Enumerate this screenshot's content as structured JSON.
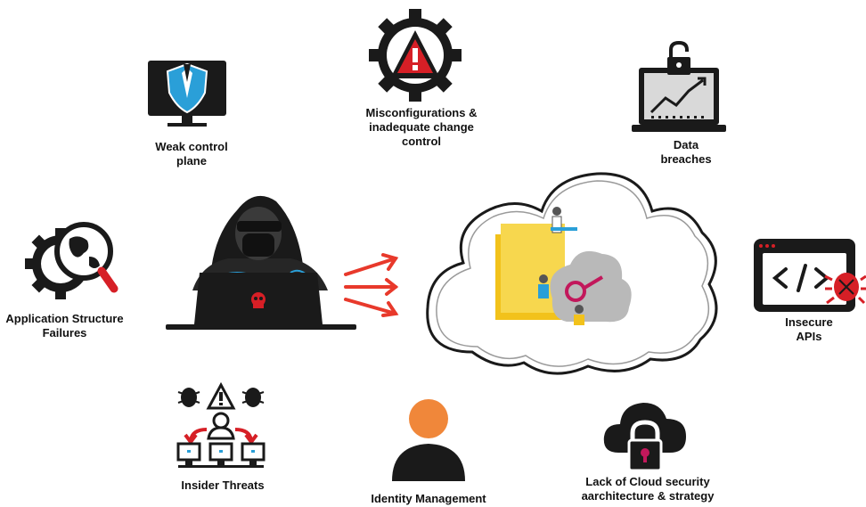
{
  "labels": {
    "weak_control_plane": "Weak control\nplane",
    "misconfigurations": "Misconfigurations &\ninadequate change\ncontrol",
    "data_breaches": "Data\nbreaches",
    "app_structure": "Application Structure\nFailures",
    "insecure_apis": "Insecure\nAPIs",
    "insider_threats": "Insider Threats",
    "identity_management": "Identity Management",
    "lack_cloud_security": "Lack of Cloud security\naarchitecture & strategy"
  },
  "icons": {
    "weak_control_plane": "monitor-shield-icon",
    "misconfigurations": "gear-warning-icon",
    "data_breaches": "laptop-unlocked-chart-icon",
    "app_structure": "gear-globe-magnifier-icon",
    "insecure_apis": "code-window-bug-icon",
    "insider_threats": "insider-network-icon",
    "identity_management": "user-silhouette-icon",
    "lack_cloud_security": "cloud-lock-icon",
    "hacker": "hooded-hacker-laptop-icon",
    "cloud": "cloud-data-icon"
  },
  "colors": {
    "dark": "#1a1a1a",
    "shield_blue": "#2a9fd8",
    "warning_red": "#d61f26",
    "arrow_red": "#e8392b",
    "identity_orange": "#f0873a",
    "lock_pink": "#c2185b",
    "folder_yellow": "#f2c21b",
    "cloud_grey": "#b9b9b9"
  }
}
